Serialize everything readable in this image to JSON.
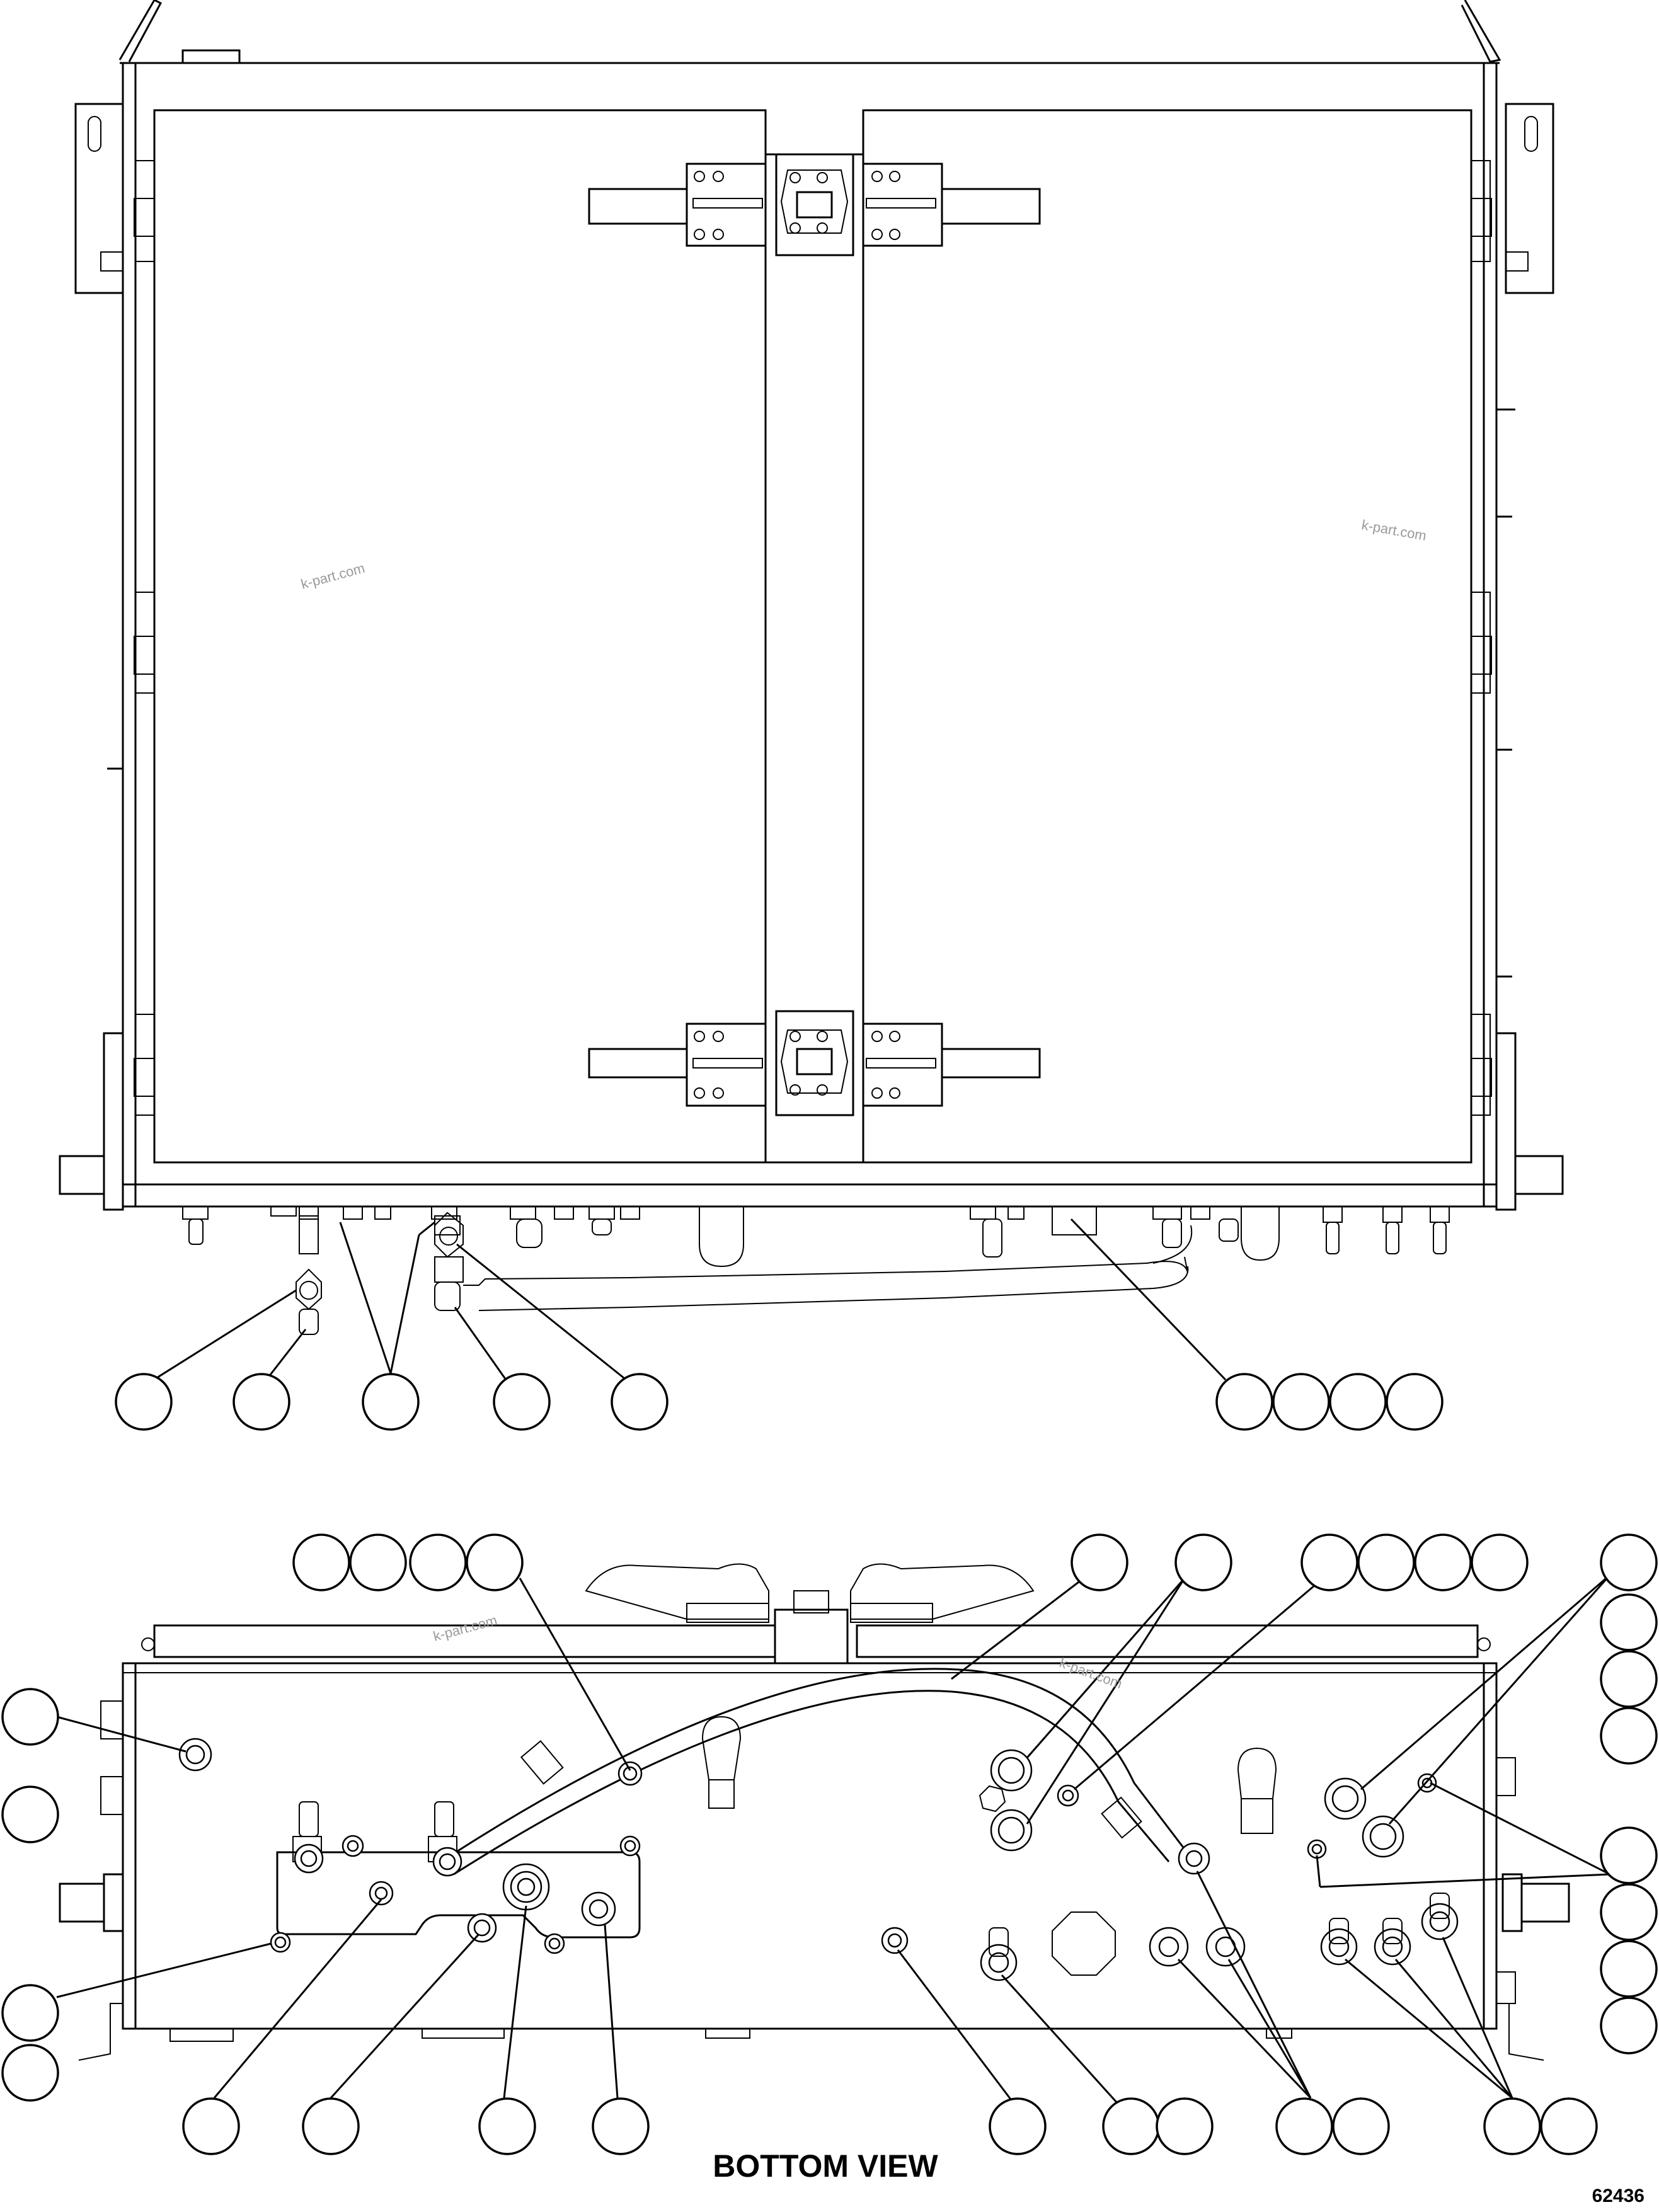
{
  "view_caption": "BOTTOM VIEW",
  "drawing_number": "62436",
  "watermark": "k-part.com"
}
